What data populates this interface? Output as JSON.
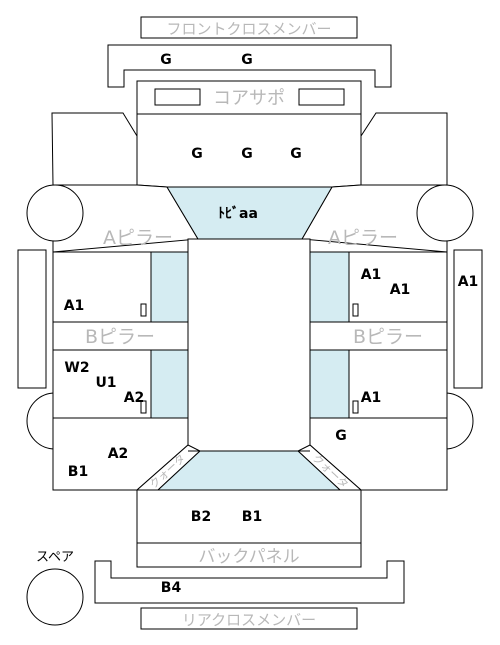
{
  "colors": {
    "outline": "#000000",
    "panel_fill": "#ffffff",
    "glass_fill": "#d5ecf2",
    "part_label_gray": "#b8b8b8",
    "code_text": "#000000"
  },
  "parts": {
    "front_cross_member": "フロントクロスメンバー",
    "core_support": "コアサポ",
    "a_pillar_left": "Aピラー",
    "a_pillar_right": "Aピラー",
    "b_pillar_left": "Bピラー",
    "b_pillar_right": "Bピラー",
    "quarter_left": "クォータ",
    "quarter_right": "クォータ",
    "back_panel": "バックパネル",
    "spare": "スペア",
    "rear_cross_member": "リアクロスメンバー"
  },
  "codes": {
    "front_member_left": "G",
    "front_member_right": "G",
    "hood_left": "G",
    "hood_center": "G",
    "hood_right": "G",
    "roof": "ﾄﾋﾞaa",
    "front_door_left": "A1",
    "front_door_right_upper": "A1",
    "front_door_right_lower": "A1",
    "left_side_outer": "A1",
    "rear_door_left_1": "W2",
    "rear_door_left_2": "U1",
    "rear_door_left_3": "A2",
    "rear_door_right": "A1",
    "quarter_left_1": "A2",
    "quarter_left_2": "B1",
    "quarter_right": "G",
    "trunk_left": "B2",
    "trunk_right": "B1",
    "rear_member": "B4"
  }
}
